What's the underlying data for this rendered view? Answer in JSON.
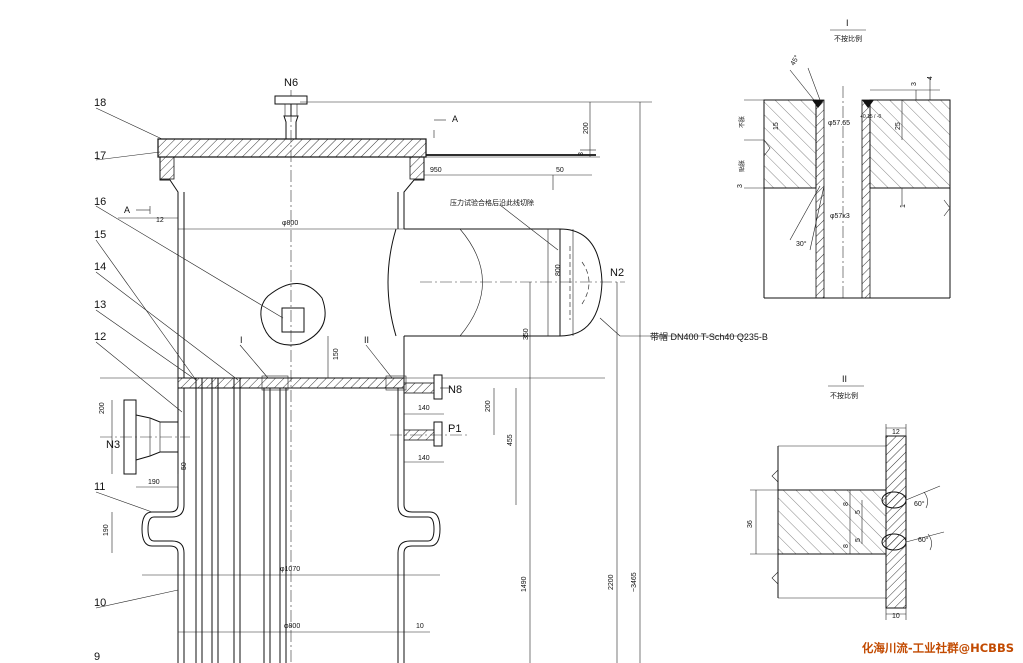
{
  "part_numbers": [
    "18",
    "17",
    "16",
    "15",
    "14",
    "13",
    "12",
    "11",
    "10",
    "9"
  ],
  "nozzles": {
    "n6": "N6",
    "n2": "N2",
    "n3": "N3",
    "n8": "N8",
    "p1": "P1"
  },
  "section_marks": {
    "a_top": "A",
    "a_left": "A",
    "detail_i": "I",
    "detail_ii": "II"
  },
  "dimensions": {
    "d200_top": "200",
    "d3_top": "3",
    "d950": "950",
    "d50": "50",
    "d12": "12",
    "phi800_top": "φ800",
    "d800_right": "800",
    "d350": "350",
    "d150": "150",
    "d200_left": "200",
    "d50_left": "50",
    "d190_h": "190",
    "d140_a": "140",
    "d200_mid": "200",
    "d140_b": "140",
    "d455": "455",
    "d190_v": "190",
    "phi1070": "φ1070",
    "d1490": "1490",
    "d2200": "2200",
    "d3465": "~3465",
    "phi800_bottom": "φ800",
    "d10": "10"
  },
  "notes": {
    "cut_note": "压力试验合格后沿此线切除",
    "cap_note": "带帽 DN400 T-Sch40 Q235-B"
  },
  "detail_i": {
    "title": "I",
    "subtitle": "不按比例",
    "angle45": "45°",
    "angle30": "30°",
    "bore": "φ57.65",
    "tol": "+0.15 / -0",
    "pipe": "φ57x3",
    "d15": "15",
    "d25": "25",
    "d3a": "3",
    "d3b": "3",
    "d4": "4",
    "d1": "1",
    "label_top": "不胀",
    "label_mid": "贴胀"
  },
  "detail_ii": {
    "title": "II",
    "subtitle": "不按比例",
    "d12": "12",
    "d36": "36",
    "d8a": "8",
    "d5a": "5",
    "d8b": "8",
    "d5b": "5",
    "angle60a": "60°",
    "angle60b": "60°",
    "d10": "10"
  },
  "watermark": "化海川流-工业社群@HCBBS"
}
